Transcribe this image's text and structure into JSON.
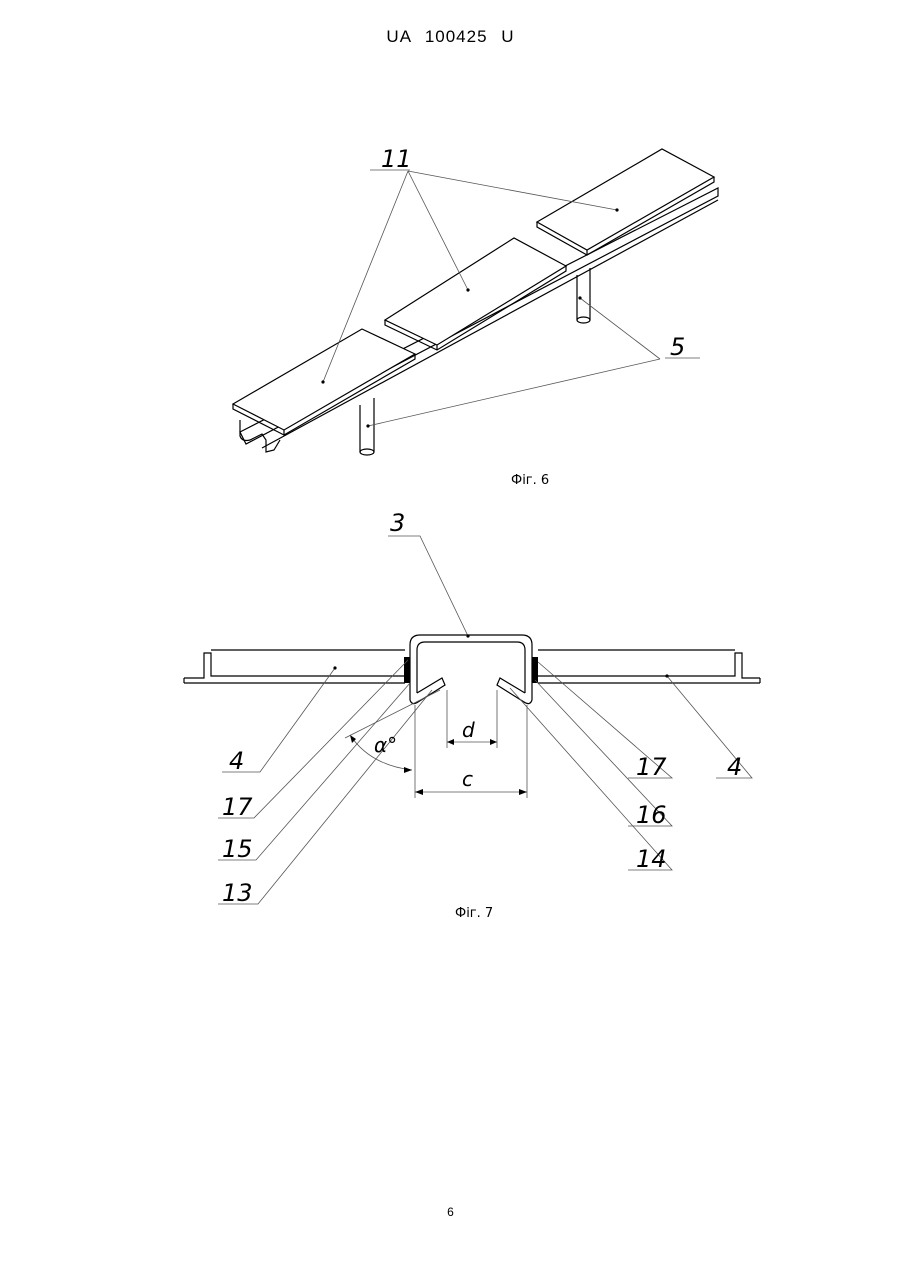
{
  "header": {
    "doc_number": "UA   100425   U"
  },
  "figure6": {
    "caption": "Фіг. 6",
    "labels": {
      "plates": "11",
      "legs": "5"
    }
  },
  "figure7": {
    "caption": "Фіг. 7",
    "labels": {
      "profile": "3",
      "panel_left": "4",
      "panel_right": "4",
      "seal_left": "17",
      "seal_right": "17",
      "part_15": "15",
      "part_13": "13",
      "part_16": "16",
      "part_14": "14",
      "dim_d": "d",
      "dim_c": "c",
      "angle": "α°"
    }
  },
  "page_number": "6"
}
